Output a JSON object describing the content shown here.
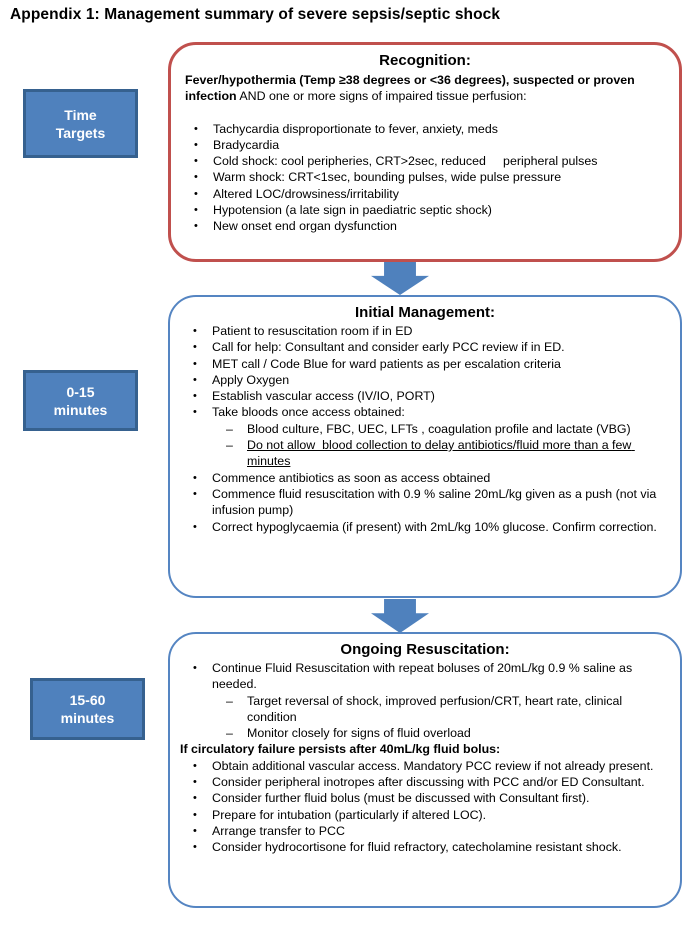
{
  "title": "Appendix 1: Management summary of severe sepsis/septic shock",
  "colors": {
    "recognition_border": "#C0504D",
    "management_border": "#5585C2",
    "time_box_fill": "#4F81BD",
    "time_box_border": "#36618F",
    "arrow_fill": "#4F81BD"
  },
  "time_targets": {
    "header": {
      "line1": "Time",
      "line2": "Targets"
    },
    "t1": {
      "line1": "0-15",
      "line2": "minutes"
    },
    "t2": {
      "line1": "15-60",
      "line2": "minutes"
    }
  },
  "boxes": [
    {
      "heading": "Recognition:",
      "intro_bold": "Fever/hypothermia (Temp ≥38 degrees or <36 degrees), suspected or proven infection",
      "intro_rest": " AND one or more signs of impaired tissue perfusion:",
      "items": [
        {
          "type": "bullet",
          "text": "Tachycardia disproportionate to fever, anxiety, meds"
        },
        {
          "type": "bullet",
          "text": "Bradycardia"
        },
        {
          "type": "bullet",
          "text": "Cold shock: cool peripheries, CRT>2sec, reduced     peripheral pulses"
        },
        {
          "type": "bullet",
          "text": "Warm shock: CRT<1sec, bounding pulses, wide pulse pressure"
        },
        {
          "type": "bullet",
          "text": "Altered LOC/drowsiness/irritability"
        },
        {
          "type": "bullet",
          "text": "Hypotension (a late sign in paediatric septic shock)"
        },
        {
          "type": "bullet",
          "text": "New onset end organ dysfunction"
        }
      ]
    },
    {
      "heading": "Initial Management:",
      "items": [
        {
          "type": "bullet",
          "text": "Patient to resuscitation room if in ED"
        },
        {
          "type": "bullet",
          "text": "Call for help: Consultant and consider early PCC review if in ED."
        },
        {
          "type": "bullet",
          "text": "MET call / Code Blue for ward patients as per escalation criteria"
        },
        {
          "type": "bullet",
          "text": "Apply Oxygen"
        },
        {
          "type": "bullet",
          "text": "Establish vascular access (IV/IO, PORT)"
        },
        {
          "type": "bullet",
          "text": "Take bloods once access obtained:"
        },
        {
          "type": "dash",
          "text": "Blood culture, FBC, UEC, LFTs , coagulation profile and lactate (VBG)"
        },
        {
          "type": "dash",
          "underline": true,
          "text": "Do not allow  blood collection to delay antibiotics/fluid more than a few minutes"
        },
        {
          "type": "bullet",
          "text": "Commence antibiotics as soon as access obtained"
        },
        {
          "type": "bullet",
          "text": "Commence fluid resuscitation with 0.9 % saline 20mL/kg given as a push (not via infusion pump)"
        },
        {
          "type": "bullet",
          "text": "Correct hypoglycaemia (if present) with 2mL/kg 10% glucose. Confirm correction."
        }
      ]
    },
    {
      "heading": "Ongoing Resuscitation:",
      "items": [
        {
          "type": "bullet",
          "text": "Continue Fluid Resuscitation with repeat boluses of 20mL/kg 0.9 % saline as needed."
        },
        {
          "type": "dash",
          "text": "Target reversal of shock, improved perfusion/CRT, heart rate, clinical condition"
        },
        {
          "type": "dash",
          "text": "Monitor closely for signs of fluid overload"
        },
        {
          "type": "bold",
          "text": "If circulatory failure persists after 40mL/kg fluid bolus:"
        },
        {
          "type": "bullet",
          "text": "Obtain additional vascular access. Mandatory PCC review if not already present."
        },
        {
          "type": "bullet",
          "text": "Consider peripheral inotropes after discussing with PCC and/or ED Consultant."
        },
        {
          "type": "bullet",
          "text": "Consider further fluid bolus (must be discussed with Consultant first)."
        },
        {
          "type": "bullet",
          "text": "Prepare for intubation (particularly if altered LOC)."
        },
        {
          "type": "bullet",
          "text": "Arrange transfer to PCC"
        },
        {
          "type": "bullet",
          "text": "Consider hydrocortisone for fluid refractory, catecholamine resistant shock."
        }
      ]
    }
  ]
}
